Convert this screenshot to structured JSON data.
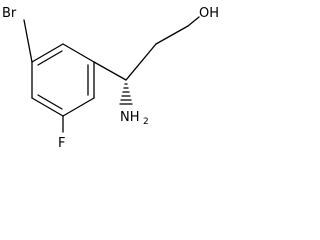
{
  "structure": {
    "atoms": {
      "bromine": "Br",
      "fluorine": "F",
      "hydroxyl": "OH",
      "amino_symbol": "NH",
      "amino_subscript": "2"
    },
    "stereo": {
      "amino_bond": "hashed-wedge"
    }
  }
}
